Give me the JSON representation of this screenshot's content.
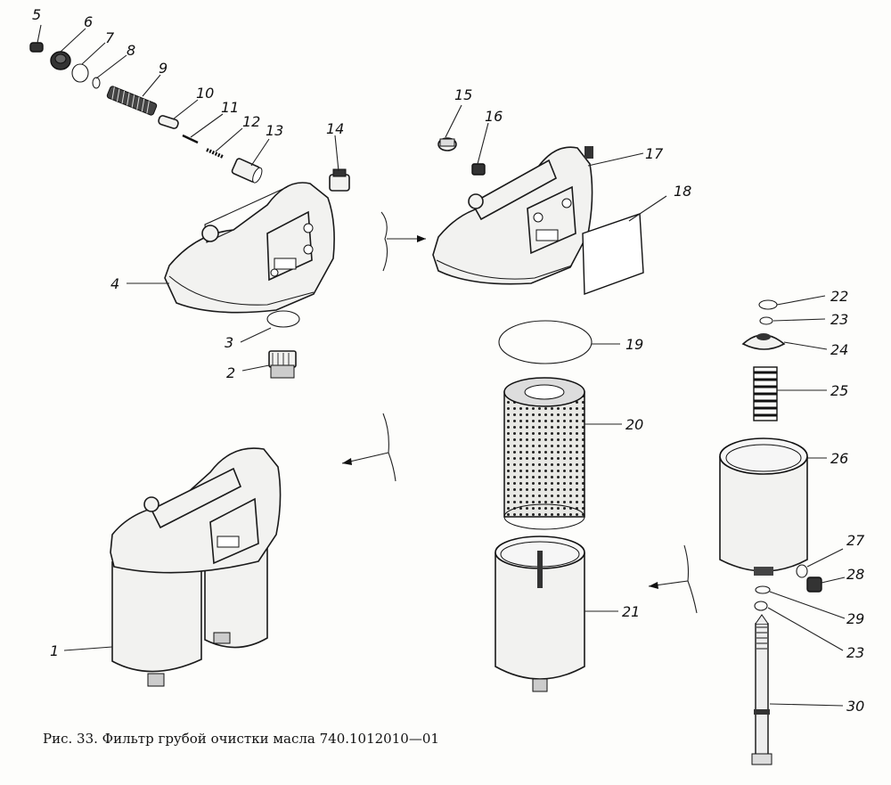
{
  "caption": "Рис. 33. Фильтр грубой очистки масла 740.1012010—01",
  "labels": {
    "n1": "1",
    "n2": "2",
    "n3": "3",
    "n4": "4",
    "n5": "5",
    "n6": "6",
    "n7": "7",
    "n8": "8",
    "n9": "9",
    "n10": "10",
    "n11": "11",
    "n12": "12",
    "n13": "13",
    "n14": "14",
    "n15": "15",
    "n16": "16",
    "n17": "17",
    "n18": "18",
    "n19": "19",
    "n20": "20",
    "n21": "21",
    "n22": "22",
    "n23a": "23",
    "n24": "24",
    "n25": "25",
    "n26": "26",
    "n27": "27",
    "n28": "28",
    "n29": "29",
    "n23b": "23",
    "n30": "30"
  }
}
